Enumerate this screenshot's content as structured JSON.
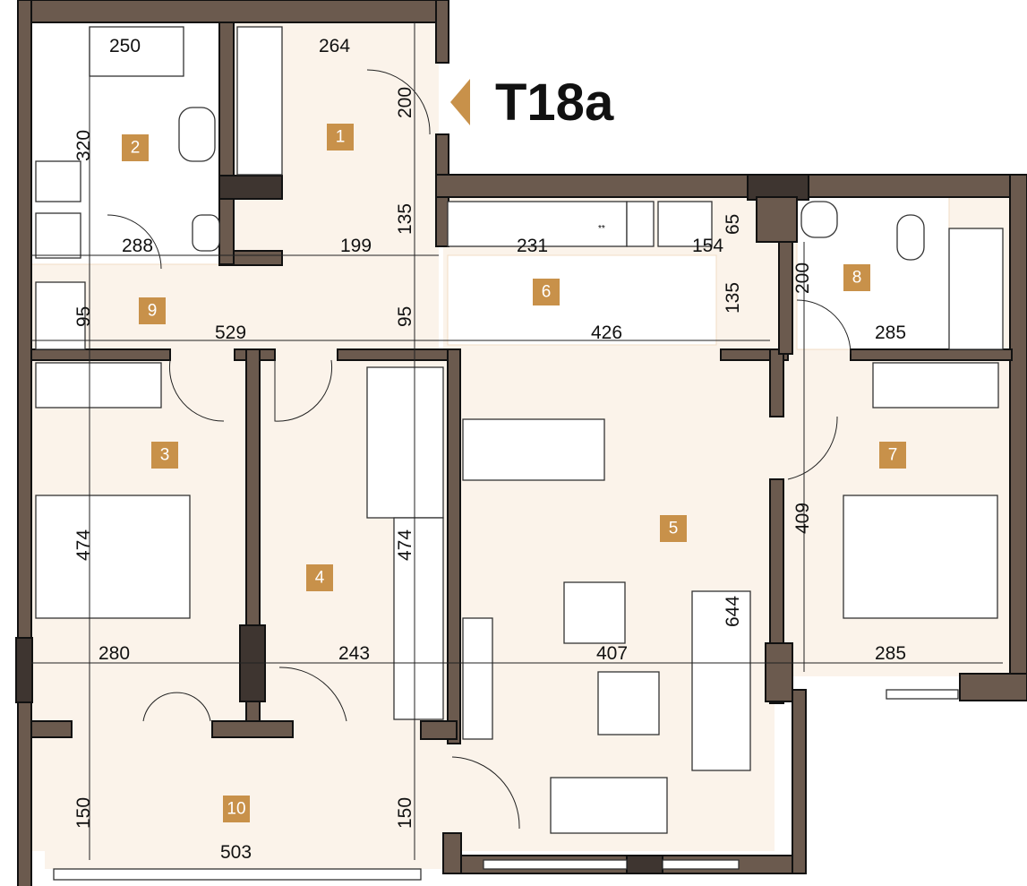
{
  "title": "T18a",
  "colors": {
    "wall": "#6b5a4e",
    "badge": "#c8914a"
  },
  "rooms": [
    "1",
    "2",
    "3",
    "4",
    "5",
    "6",
    "7",
    "8",
    "9",
    "10"
  ],
  "dimensions": {
    "d250": "250",
    "d264": "264",
    "d200a": "200",
    "d320": "320",
    "d288": "288",
    "d199": "199",
    "d135a": "135",
    "d231": "231",
    "d154": "154",
    "d65": "65",
    "d135b": "135",
    "d200b": "200",
    "d95a": "95",
    "d529": "529",
    "d95b": "95",
    "d426": "426",
    "d285a": "285",
    "d474a": "474",
    "d474b": "474",
    "d409": "409",
    "d644": "644",
    "d280": "280",
    "d243": "243",
    "d407": "407",
    "d285b": "285",
    "d150a": "150",
    "d150b": "150",
    "d503": "503"
  },
  "kitchen_mark": "**"
}
